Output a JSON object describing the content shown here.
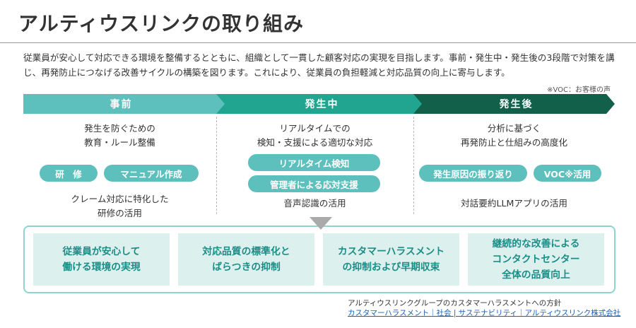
{
  "title": "アルティウスリンクの取り組み",
  "intro": "従業員が安心して対応できる環境を整備するとともに、組織として一貫した顧客対応の実現を目指します。事前・発生中・発生後の3段階で対策を講じ、再発防止につなげる改善サイクルの構築を図ります。これにより、従業員の負担軽減と対応品質の向上に寄与します。",
  "note": "※VOC：お客様の声",
  "phases": [
    {
      "label": "事前",
      "desc": "発生を防ぐための\n教育・ルール整備",
      "pills": [
        "研　修",
        "マニュアル作成"
      ],
      "bottom": "クレーム対応に特化した\n研修の活用"
    },
    {
      "label": "発生中",
      "desc": "リアルタイムでの\n検知・支援による適切な対応",
      "pills": [
        "リアルタイム検知",
        "管理者による応対支援"
      ],
      "bottom": "音声認識の活用"
    },
    {
      "label": "発生後",
      "desc": "分析に基づく\n再発防止と仕組みの高度化",
      "pills": [
        "発生原因の振り返り",
        "VOC※活用"
      ],
      "bottom": "対話要約LLMアプリの活用"
    }
  ],
  "outcomes": [
    "従業員が安心して\n働ける環境の実現",
    "対応品質の標準化と\nばらつきの抑制",
    "カスタマーハラスメント\nの抑制および早期収束",
    "継続的な改善による\nコンタクトセンター\n全体の品質向上"
  ],
  "footer": {
    "text": "アルティウスリンクグループのカスタマーハラスメントへの方針",
    "link": "カスタマーハラスメント｜社会 | サステナビリティ｜アルティウスリンク株式会社"
  },
  "colors": {
    "phase1": "#5dc0bd",
    "phase2": "#22a590",
    "phase3": "#12604a",
    "pill": "#5dc0bd",
    "outcome_bg": "#dcf0ee",
    "outcome_text": "#1c8e88",
    "link": "#1a5fb4"
  }
}
